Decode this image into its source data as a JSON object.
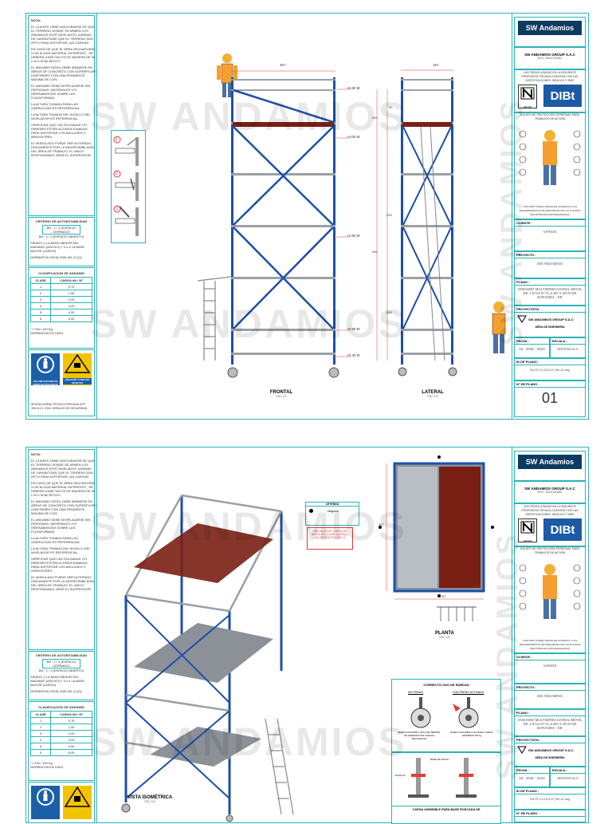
{
  "notes_title": "NOTA:",
  "notes": [
    "EL CLIENTE DEBE ASEGURARSE DE QUE EL TERRENO DONDE SE ARMEN LOS ANDAMIOS ESTÉ NIVELADOS, ADEMAS DE GARANTIZAR QUE EL TERRENO SEA APTO PARA SOPORTAR LAS CARGAS.",
    "EN CASO DE QUE EL ÁREA SEA NATURAL O DE ALGÚN MATERIAL DIFERENTE , SE DEBERÁ USAR TACOS DE MADERA DE 30 x 30 x 5CM/ APOYO.",
    "EL ANDAMIO MÓVIL DEBE ARMARSE EN ÁREAS DE CONCRETO CON SUPERFICIES UNIFORMES CON UNA PENDIENTE MÁXIMA DE 0.5%.",
    "EL ANDAMIO DEBE DESPLAZARSE SIN PERSONAS, MATERIALES Y/O HERRAMIENTAS SOBRE LAS PLATAFORMAS.",
    "LA ALTURA TOMADA PARA LAS GARRUCHAS ES REFERENCIAL.",
    "LA ALTURA TOMADA DEL HUSILLO DEL NIVELADOR ES REFERENCIAL.",
    "VERIFICAR QUE LAS FACHADAS Y/O PAREDES ESTÉN ACONDICIONADAS PARA SOPORTAR LOS ANCLAJES O ARRIOSTRES.",
    "EL MODULADO PUEDE SER ALTERADO, ÚNICAMENTE POR LA INDISPONIBILIDAD DEL ÁREA DE TRABAJO. EL ÚNICO RESPONSABLE SERÁ EL SUPERVISOR."
  ],
  "criterio": {
    "title": "CRITERIO DE AUTOESTABILIDAD",
    "box_text": "BH : 1 / 4 (ESPACIO CERRADO)",
    "sub_text": "BH : 1 / 3 (ESPACIO ABIERTO)",
    "line1": "SIENDO 1 LA BASE MENOR DEL ANDAMIO (ANCHO) Y 3 o 4 LA BASE MAYOR (LARGO)",
    "line2": "NORMATIVA OSHA 1926.451 (C)(1)"
  },
  "clasificacion": {
    "title": "CLASIFICACION DE ANDAMIO",
    "headers": [
      "CLASE",
      "CARGA kN / M²"
    ],
    "rows": [
      [
        "1",
        "0.75"
      ],
      [
        "2",
        "1.50"
      ],
      [
        "3",
        "2.00"
      ],
      [
        "4",
        "3.00"
      ],
      [
        "5",
        "4.50"
      ],
      [
        "6",
        "6.00"
      ]
    ],
    "footnote1": "* 1 KN= 100 Kg",
    "footnote2": "NORMATIVA EN 12811"
  },
  "signs": {
    "ppe": "USO OBLIGATORIO DE ARNÉS DE SEGURIDAD",
    "warning": "¡PELIGRO! CAIDA DE OBJETOS",
    "norma": "SEGÚN NORMA TÉCNICA PERUANA NTP-399.010-1 2004, SEÑALES DE SEGURIDAD"
  },
  "steps": [
    "1",
    "2",
    "3"
  ],
  "dims": {
    "frontal_top": "307",
    "lateral_top": "157",
    "lv1": "+5.80 M",
    "lv2": "+4.00 M",
    "lv3": "+2.80 M",
    "lv4": "+0.80 M",
    "lv5": "+0.30 M",
    "lat_50": "50",
    "lat_300": "300",
    "lat_450": "450",
    "lat_200a": "200",
    "lat_200b": "200"
  },
  "views": {
    "frontal": "FRONTAL",
    "lateral": "LATERAL",
    "scale": "ESC 1/9",
    "planta": "PLANTA",
    "isometrica": "VISTA ISOMÉTRICA",
    "planta_157": "157",
    "planta_307": "307"
  },
  "leyenda": {
    "title": "LEYENDA",
    "item": "Diagonal"
  },
  "precaucion": "PRECAUCIÓN: CARGA DE SERVICIO CLASE 3 (200Kg / m2) SEGÚN EN 12811-1",
  "ruedas": {
    "title": "CORRECTO USO DE RUEDAS",
    "sin": "SIN FRENO",
    "con": "CON FRENO ACTIVADO",
    "sin_note": "RUEDA SIN FRENO: SOLO SE PERMITE EN ANDAMIOS SIN CARGAS ADICIONALES",
    "con_note": "RUEDA CON FRENO ACTIVADO: CARGA ADMISIBLE 300 Kg"
  },
  "base": {
    "title": "CARGA ADMISIBLE PARA BASE ROSCADA DE",
    "label_base": "BASE DE INICIO",
    "label_husillo": "HUSILLO"
  },
  "titleblock": {
    "logo": "SW Andamios",
    "company": "SW ANDAMIOS GROUP S.A.C",
    "ruc": "RUC: 20611310581",
    "piezas": "LAS PIEZAS USADAS EN LA SIGUIENTE PROPUESTA TÉCNICA CUENTAN CON LAS CERTIFICACIONES: SENCICO Y DIBT",
    "n_label": "AENOR",
    "dibt": "DIBt",
    "epp_title": "EQUIPO DE PROTECCIÓN PERSONAL PARA TRABAJOS DE ALTURA",
    "epp_note": "TODO EPP PUEDE VARIAR DE ACUERDO A LOS REQUERIMIENTOS DE SEGURIDAD DE LAS PLANTAS INDUSTRIALES ESTANDARIZADAS",
    "cliente_lbl": "CLIENTE :",
    "cliente": "VARIOS",
    "proyecto_lbl": "PROYECTO :",
    "proyecto": "SW ANDAMIOS",
    "plano_lbl": "PLANO :",
    "plano": "ANDAMIO MULTIDIRECCIONAL MÓVIL DE 1.57x3.07 H=4.50+1.00 M DE BARANDA - EE",
    "proyectista_lbl": "PROYECTISTA :",
    "proyectista": "SW ANDAMIOS GROUP S.A.C",
    "area": "ÁREA DE INGENIERÍA",
    "fecha_lbl": "FECHA :",
    "fecha": "16 - ENE - 2023",
    "escala_lbl": "ESCALA :",
    "escala": "SIN ESCALA",
    "id_lbl": "ID DE PLANO :",
    "id": "SW-PL-01-0116-23_Rev.01.dwg",
    "n_plano_lbl": "N° DE PLANO :",
    "n_plano": "01"
  },
  "watermark": "SW ANDAMIOS",
  "colors": {
    "frame": "#2bb3b8",
    "pipe": "#1e4fa8",
    "plank": "#7a1f14",
    "alert": "#e53935"
  }
}
